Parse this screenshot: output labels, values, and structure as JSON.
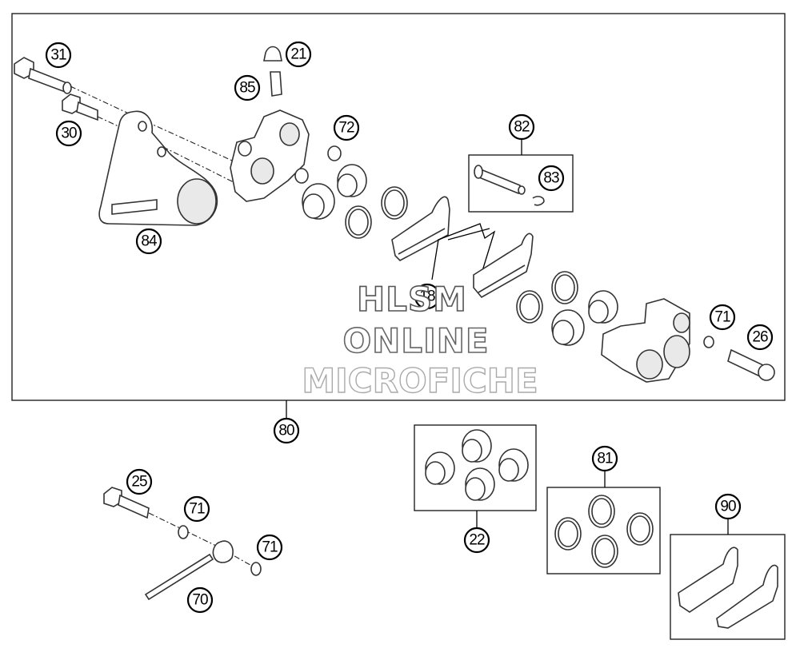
{
  "watermark": {
    "line1": "HLSM",
    "line2": "ONLINE",
    "line3": "MICROFICHE"
  },
  "callouts": [
    "31",
    "21",
    "85",
    "30",
    "72",
    "82",
    "83",
    "84",
    "18",
    "71",
    "26",
    "80",
    "25",
    "71",
    "71",
    "70",
    "81",
    "22",
    "90"
  ]
}
